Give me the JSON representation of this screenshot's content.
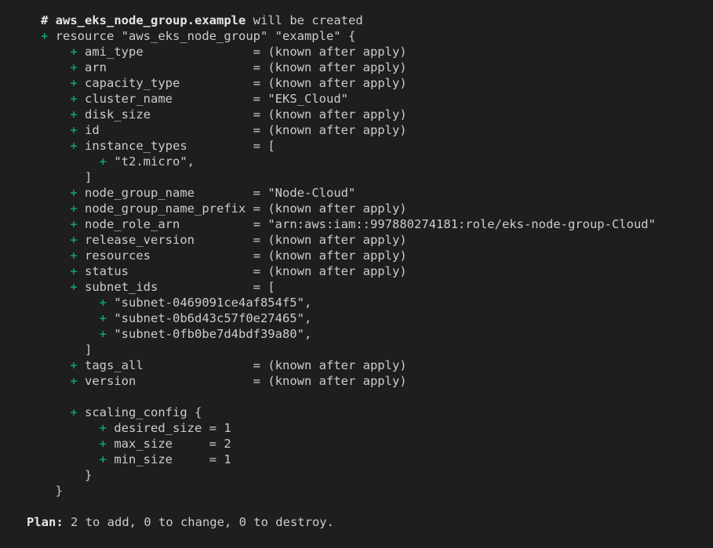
{
  "header": {
    "hash": "#",
    "resource_address": "aws_eks_node_group.example",
    "action": "will be created"
  },
  "resource_line": {
    "plus": "+",
    "text": "resource \"aws_eks_node_group\" \"example\" {"
  },
  "attributes": [
    {
      "key": "ami_type",
      "pad": "              ",
      "value": "= (known after apply)"
    },
    {
      "key": "arn",
      "pad": "                   ",
      "value": "= (known after apply)"
    },
    {
      "key": "capacity_type",
      "pad": "         ",
      "value": "= (known after apply)"
    },
    {
      "key": "cluster_name",
      "pad": "          ",
      "value": "= \"EKS_Cloud\""
    },
    {
      "key": "disk_size",
      "pad": "             ",
      "value": "= (known after apply)"
    },
    {
      "key": "id",
      "pad": "                    ",
      "value": "= (known after apply)"
    },
    {
      "key": "instance_types",
      "pad": "        ",
      "value": "= ["
    }
  ],
  "instance_types_items": [
    "\"t2.micro\","
  ],
  "close_bracket": "]",
  "attributes2": [
    {
      "key": "node_group_name",
      "pad": "       ",
      "value": "= \"Node-Cloud\""
    },
    {
      "key": "node_group_name_prefix",
      "pad": "",
      "value": "= (known after apply)"
    },
    {
      "key": "node_role_arn",
      "pad": "         ",
      "value": "= \"arn:aws:iam::997880274181:role/eks-node-group-Cloud\""
    },
    {
      "key": "release_version",
      "pad": "       ",
      "value": "= (known after apply)"
    },
    {
      "key": "resources",
      "pad": "             ",
      "value": "= (known after apply)"
    },
    {
      "key": "status",
      "pad": "                ",
      "value": "= (known after apply)"
    },
    {
      "key": "subnet_ids",
      "pad": "            ",
      "value": "= ["
    }
  ],
  "subnet_items": [
    "\"subnet-0469091ce4af854f5\",",
    "\"subnet-0b6d43c57f0e27465\",",
    "\"subnet-0fb0be7d4bdf39a80\","
  ],
  "attributes3": [
    {
      "key": "tags_all",
      "pad": "              ",
      "value": "= (known after apply)"
    },
    {
      "key": "version",
      "pad": "               ",
      "value": "= (known after apply)"
    }
  ],
  "scaling_config": {
    "open": "scaling_config {",
    "items": [
      {
        "key": "desired_size",
        "pad": " ",
        "value": "= 1"
      },
      {
        "key": "max_size",
        "pad": "     ",
        "value": "= 2"
      },
      {
        "key": "min_size",
        "pad": "     ",
        "value": "= 1"
      }
    ],
    "close": "}"
  },
  "resource_close": "}",
  "plan": {
    "label": "Plan:",
    "text": " 2 to add, 0 to change, 0 to destroy."
  },
  "colors": {
    "background": "#1e1e1e",
    "plus": "#0dbc79",
    "text": "#cccccc"
  }
}
